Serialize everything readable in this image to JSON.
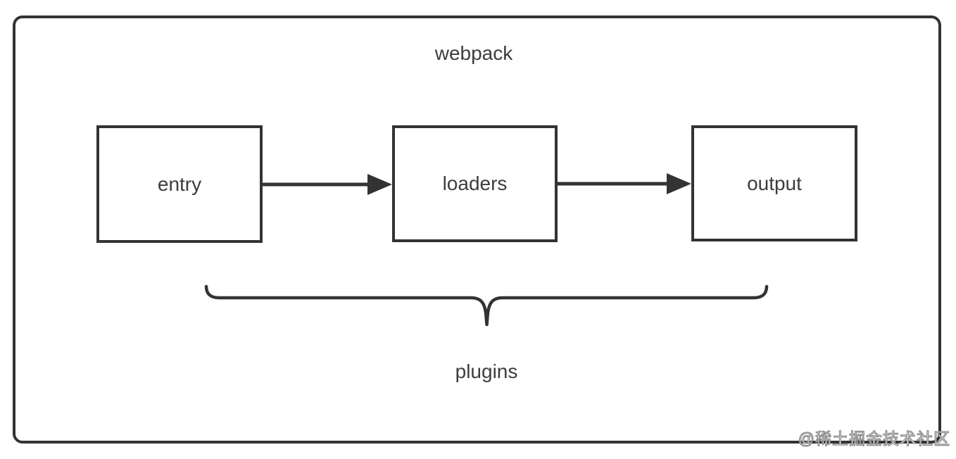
{
  "diagram": {
    "title": "webpack",
    "nodes": [
      {
        "id": "entry",
        "label": "entry"
      },
      {
        "id": "loaders",
        "label": "loaders"
      },
      {
        "id": "output",
        "label": "output"
      }
    ],
    "connections": [
      {
        "from": "entry",
        "to": "loaders",
        "type": "arrow"
      },
      {
        "from": "loaders",
        "to": "output",
        "type": "arrow"
      }
    ],
    "brace_label": "plugins",
    "watermark": "@稀土掘金技术社区",
    "colors": {
      "stroke": "#333333",
      "text": "#3d3d3d",
      "background": "#ffffff",
      "watermark_fill": "#ffffff",
      "watermark_outline": "#8a8a8a"
    }
  }
}
